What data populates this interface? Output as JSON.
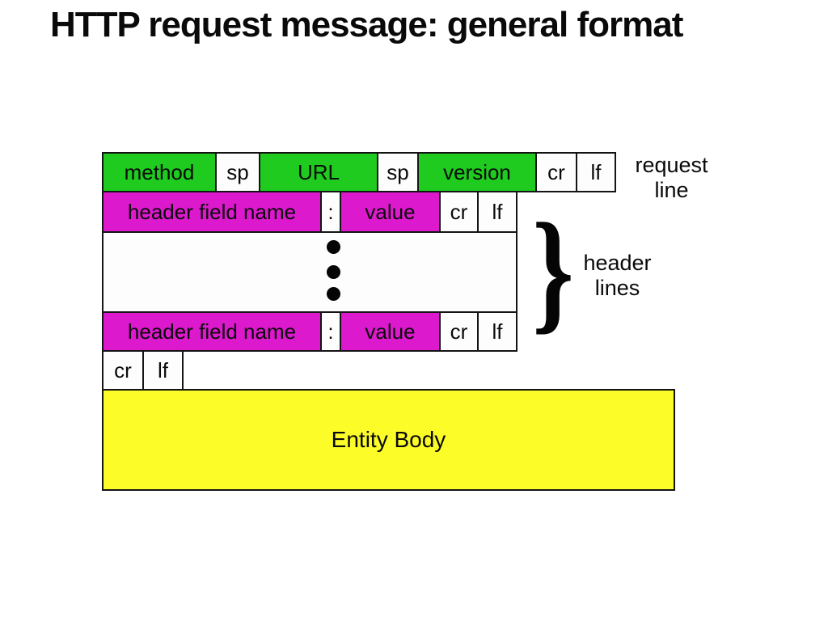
{
  "title": "HTTP request message: general format",
  "diagram": {
    "request_line": {
      "method": "method",
      "sp1": "sp",
      "url": "URL",
      "sp2": "sp",
      "version": "version",
      "cr": "cr",
      "lf": "lf"
    },
    "request_line_annotation": {
      "line1": "request",
      "line2": "line"
    },
    "header_line_top": {
      "name": "header field name",
      "colon": ":",
      "value": "value",
      "cr": "cr",
      "lf": "lf"
    },
    "header_line_bottom": {
      "name": "header field name",
      "colon": ":",
      "value": "value",
      "cr": "cr",
      "lf": "lf"
    },
    "blank_line": {
      "cr": "cr",
      "lf": "lf"
    },
    "entity_body": {
      "label": "Entity Body"
    },
    "header_lines_annotation": {
      "brace": "}",
      "line1": "header",
      "line2": "lines"
    },
    "colors": {
      "green": "#1ecb1e",
      "magenta": "#dc19cd",
      "yellow": "#fcfc29",
      "cell_white": "#fdfdfd"
    }
  }
}
